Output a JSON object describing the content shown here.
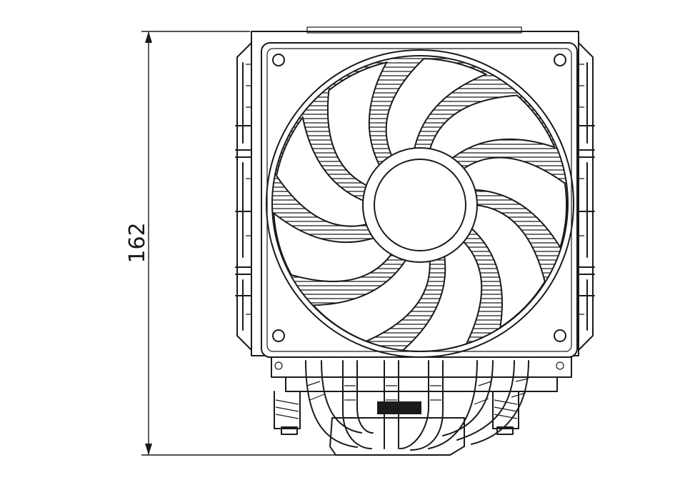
{
  "drawing": {
    "dimension": {
      "height_label": "162",
      "orientation": "vertical"
    },
    "components": [
      "cpu-cooler",
      "fan",
      "heatsink-fins",
      "heatpipes",
      "base-plate"
    ],
    "line_color": "#1a1a1a",
    "background": "#ffffff"
  }
}
